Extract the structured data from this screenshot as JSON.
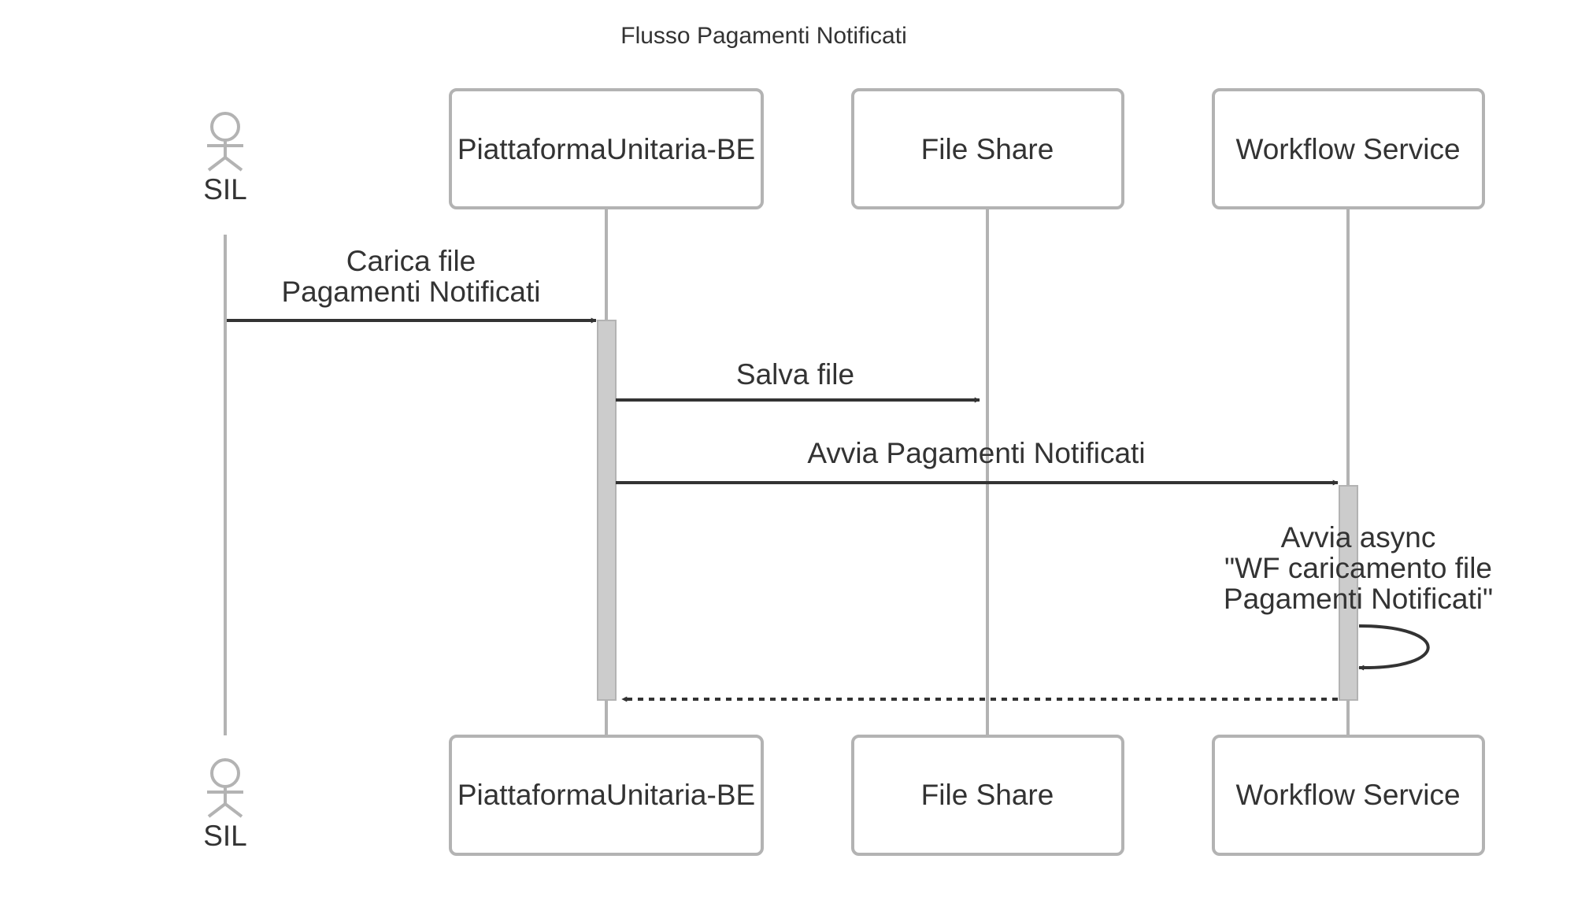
{
  "diagram": {
    "title": "Flusso Pagamenti Notificati",
    "actor": {
      "name": "SIL"
    },
    "participants": [
      {
        "name": "PiattaformaUnitaria-BE"
      },
      {
        "name": "File Share"
      },
      {
        "name": "Workflow Service"
      }
    ],
    "messages": [
      {
        "from": "SIL",
        "to": "PiattaformaUnitaria-BE",
        "lines": [
          "Carica file",
          "Pagamenti Notificati"
        ],
        "style": "solid"
      },
      {
        "from": "PiattaformaUnitaria-BE",
        "to": "File Share",
        "lines": [
          "Salva file"
        ],
        "style": "solid"
      },
      {
        "from": "PiattaformaUnitaria-BE",
        "to": "Workflow Service",
        "lines": [
          "Avvia Pagamenti Notificati"
        ],
        "style": "solid"
      },
      {
        "from": "Workflow Service",
        "to": "Workflow Service",
        "lines": [
          "Avvia async",
          "\"WF caricamento file",
          "Pagamenti Notificati\""
        ],
        "style": "solid"
      },
      {
        "from": "Workflow Service",
        "to": "PiattaformaUnitaria-BE",
        "lines": [],
        "style": "dashed"
      }
    ]
  }
}
